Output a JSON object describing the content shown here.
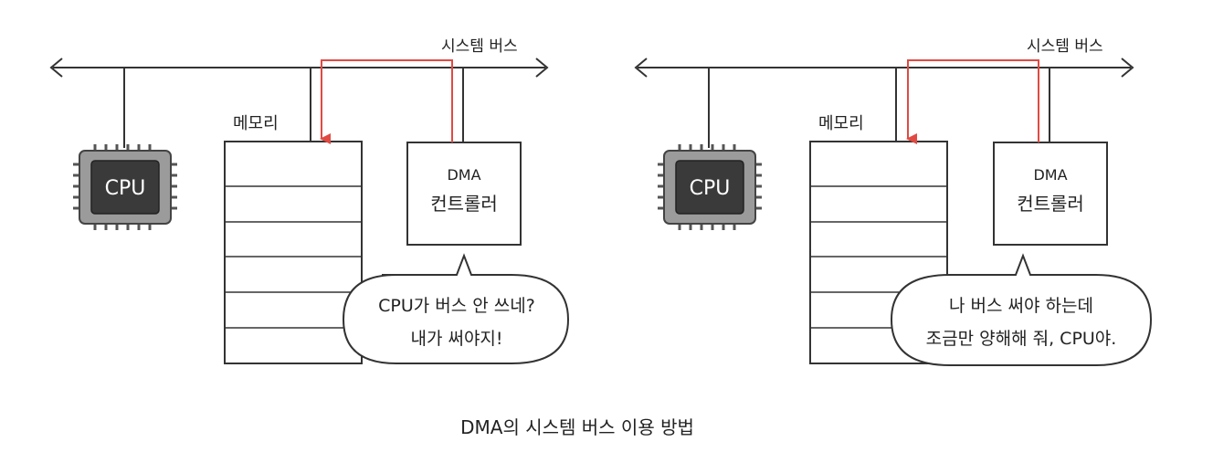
{
  "caption": "DMA의 시스템 버스 이용 방법",
  "colors": {
    "line": "#333333",
    "accent": "#e04a43",
    "cpu_outer": "#9b9b9b",
    "cpu_inner": "#3a3a3a"
  },
  "panels": [
    {
      "bus_label": "시스템 버스",
      "memory_label": "메모리",
      "cpu_label": "CPU",
      "dma_label_1": "DMA",
      "dma_label_2": "컨트롤러",
      "bubble_line_1": "CPU가 버스 안 쓰네?",
      "bubble_line_2": "내가 써야지!"
    },
    {
      "bus_label": "시스템 버스",
      "memory_label": "메모리",
      "cpu_label": "CPU",
      "dma_label_1": "DMA",
      "dma_label_2": "컨트롤러",
      "bubble_line_1": "나 버스 써야 하는데",
      "bubble_line_2": "조금만 양해해 줘, CPU야."
    }
  ]
}
